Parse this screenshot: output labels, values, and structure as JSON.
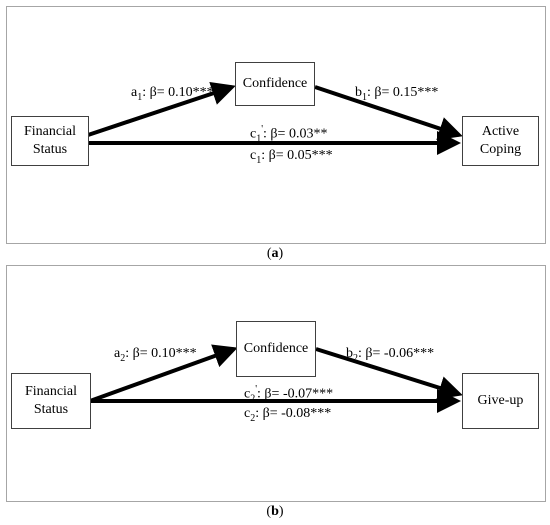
{
  "panel_a": {
    "nodes": {
      "predictor": "Financial\nStatus",
      "mediator": "Confidence",
      "outcome": "Active\nCoping"
    },
    "paths": {
      "a_sym": "a",
      "a_sub": "1",
      "a_val": ": β= 0.10***",
      "b_sym": "b",
      "b_sub": "1",
      "b_val": ": β= 0.15***",
      "cp_sym": "c",
      "cp_sub": "1",
      "cp_sup": "'",
      "cp_val": ": β= 0.03**",
      "c_sym": "c",
      "c_sub": "1",
      "c_val": ": β= 0.05***"
    },
    "caption_letter": "a"
  },
  "panel_b": {
    "nodes": {
      "predictor": "Financial\nStatus",
      "mediator": "Confidence",
      "outcome": "Give-up"
    },
    "paths": {
      "a_sym": "a",
      "a_sub": "2",
      "a_val": ": β= 0.10***",
      "b_sym": "b",
      "b_sub": "2",
      "b_val": ": β= -0.06***",
      "cp_sym": "c",
      "cp_sub": "2",
      "cp_sup": "'",
      "cp_val": ": β= -0.07***",
      "c_sym": "c",
      "c_sub": "2",
      "c_val": ": β= -0.08***"
    },
    "caption_letter": "b"
  }
}
